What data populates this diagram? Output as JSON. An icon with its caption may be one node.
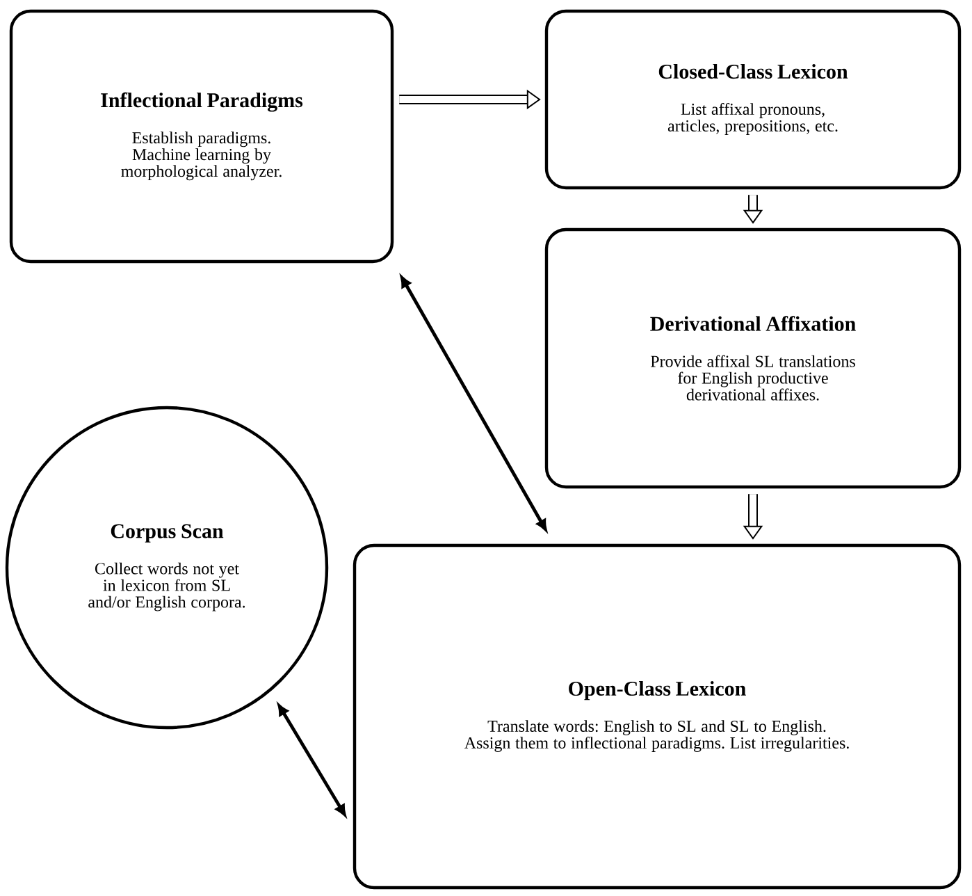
{
  "diagram": {
    "nodes": [
      {
        "text": [
          "Inflectional Paradigms",
          "Establish paradigms. Machine learning by morphological analyzer."
        ]
      },
      {
        "text": [
          "Closed-Class Lexicon",
          "List affixal pronouns, articles, prepositions, etc."
        ]
      },
      {
        "text": [
          "Derivational Affixation",
          "Provide affixal SL translations for English productive derivational affixes."
        ]
      },
      {
        "text": [
          "Corpus Scan",
          "Collect words not yet in lexicon from SL and/or English corpora."
        ]
      },
      {
        "text": [
          "Open-Class Lexicon",
          "Translate words: English to SL and SL to English. Assign them to inflectional paradigms. List irregularities."
        ]
      }
    ],
    "edges": [
      {
        "from": 0,
        "to": 1,
        "arrow": "to"
      },
      {
        "from": 1,
        "to": 2,
        "arrow": "to"
      },
      {
        "from": 2,
        "to": 4,
        "arrow": "to"
      },
      {
        "from": 0,
        "to": 4,
        "arrow": "both"
      },
      {
        "from": 3,
        "to": 4,
        "arrow": "both"
      }
    ]
  }
}
